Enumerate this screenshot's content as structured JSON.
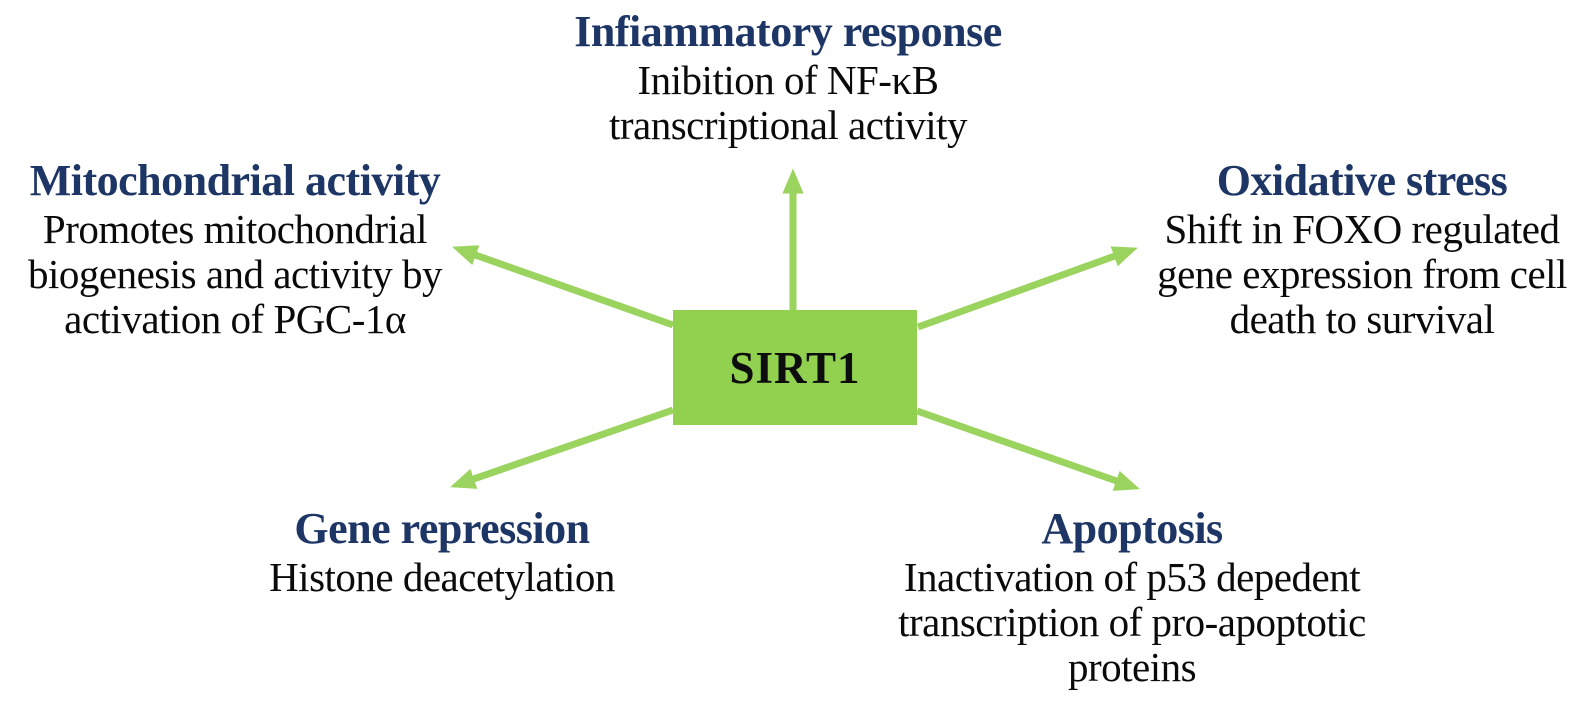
{
  "colors": {
    "accent_green": "#92d050",
    "arrow_green": "#9bd35f",
    "title_navy": "#1d3666",
    "body_text": "#0a0a0a",
    "background": "#ffffff"
  },
  "center": {
    "label": "SIRT1"
  },
  "nodes": {
    "inflammatory": {
      "title": "Infiammatory response",
      "description_lines": [
        "Inibition of NF-κB",
        "transcriptional activity"
      ]
    },
    "mitochondrial": {
      "title": "Mitochondrial activity",
      "description_lines": [
        "Promotes mitochondrial",
        "biogenesis and activity by",
        "activation of PGC-1α"
      ]
    },
    "oxidative": {
      "title": "Oxidative stress",
      "description_lines": [
        "Shift in FOXO regulated",
        "gene expression from cell",
        "death to survival"
      ]
    },
    "gene_repression": {
      "title": "Gene repression",
      "description_lines": [
        "Histone deacetylation"
      ]
    },
    "apoptosis": {
      "title": "Apoptosis",
      "description_lines": [
        "Inactivation of p53 depedent",
        "transcription of pro-apoptotic",
        "proteins"
      ]
    }
  }
}
